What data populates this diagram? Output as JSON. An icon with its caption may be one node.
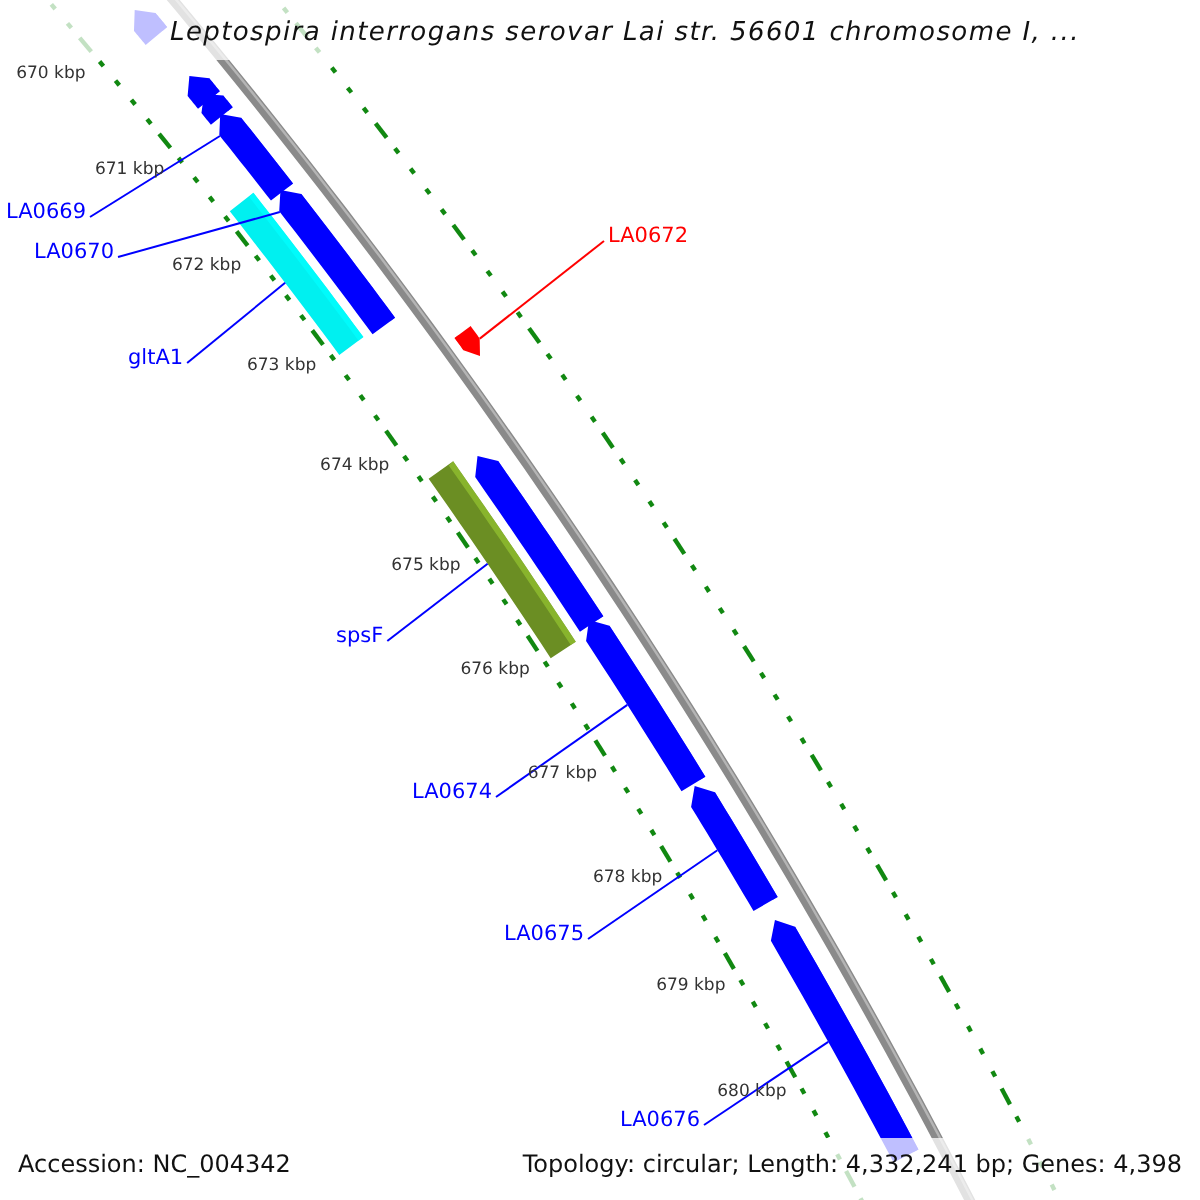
{
  "diagram": {
    "title": "Leptospira interrogans serovar Lai str. 56601 chromosome I, ...",
    "nodes": [
      {
        "text": [
          "LA0669"
        ]
      },
      {
        "text": [
          "LA0672"
        ]
      },
      {
        "text": [
          "LA0670"
        ]
      },
      {
        "text": [
          "gltA1"
        ]
      },
      {
        "text": [
          "spsF"
        ]
      },
      {
        "text": [
          "LA0674"
        ]
      },
      {
        "text": [
          "LA0675"
        ]
      },
      {
        "text": [
          "LA0676"
        ]
      },
      {
        "text": [],
        "shape": "pentagon"
      },
      {
        "text": [],
        "shape": "pentagon"
      },
      {
        "text": [],
        "shape": "pentagon"
      },
      {
        "text": [],
        "shape": "pentagon"
      },
      {
        "text": [],
        "shape": "pentagon"
      },
      {
        "text": [],
        "shape": "bar"
      },
      {
        "text": [],
        "shape": "pentagon"
      },
      {
        "text": [],
        "shape": "pentagon"
      },
      {
        "text": [],
        "shape": "bar"
      },
      {
        "text": [],
        "shape": "pentagon"
      },
      {
        "text": [],
        "shape": "pentagon"
      },
      {
        "text": [],
        "shape": "pentagon"
      }
    ],
    "edges": [
      {
        "from": 0,
        "to": 11,
        "arrow": "none"
      },
      {
        "from": 1,
        "to": 14,
        "arrow": "none",
        "color": "#ff0000"
      },
      {
        "from": 2,
        "to": 12,
        "arrow": "none"
      },
      {
        "from": 3,
        "to": 13,
        "arrow": "none"
      },
      {
        "from": 4,
        "to": 16,
        "arrow": "none"
      },
      {
        "from": 5,
        "to": 17,
        "arrow": "none"
      },
      {
        "from": 6,
        "to": 18,
        "arrow": "none"
      },
      {
        "from": 7,
        "to": 19,
        "arrow": "none"
      }
    ],
    "labels": [
      "670 kbp",
      "671 kbp",
      "672 kbp",
      "673 kbp",
      "674 kbp",
      "675 kbp",
      "676 kbp",
      "677 kbp",
      "678 kbp",
      "679 kbp",
      "680 kbp",
      "Accession: NC_004342",
      "Topology: circular; Length: 4,332,241 bp; Genes: 4,398"
    ]
  }
}
